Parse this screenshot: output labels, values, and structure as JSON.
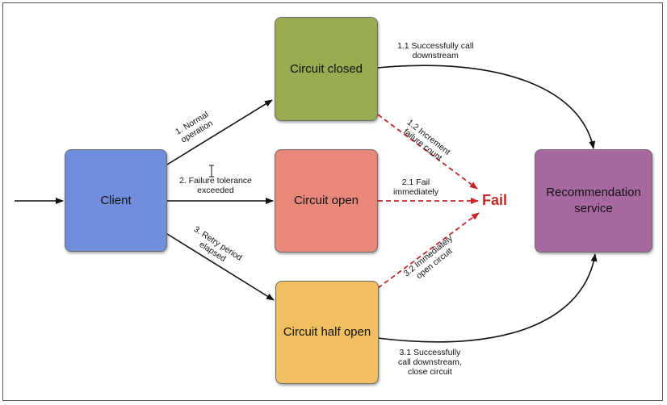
{
  "nodes": {
    "client": "Client",
    "circuit_closed": "Circuit closed",
    "circuit_open": "Circuit open",
    "circuit_half_open": "Circuit half open",
    "recommendation_line1": "Recommendation",
    "recommendation_line2": "service",
    "fail": "Fail"
  },
  "edges": {
    "e1_line1": "1. Normal",
    "e1_line2": "operation",
    "e2_line1": "2. Failure tolerance",
    "e2_line2": "exceeded",
    "e3_line1": "3. Retry period",
    "e3_line2": "elapsed",
    "e11_line1": "1.1 Successfully call",
    "e11_line2": "downstream",
    "e12_line1": "1.2 Increment",
    "e12_line2": "failure count",
    "e21_line1": "2.1 Fail",
    "e21_line2": "immediately",
    "e32_line1": "3.2 Immediately",
    "e32_line2": "open circuit",
    "e31_line1": "3.1 Successfully",
    "e31_line2": "call downstream,",
    "e31_line3": "close circuit"
  },
  "colors": {
    "client": "#6f8fdc",
    "circuit_closed": "#98ab50",
    "circuit_open": "#e8887a",
    "circuit_half_open": "#efbf62",
    "recommendation": "#a7689f",
    "fail": "#c62828",
    "arrow": "#111111"
  }
}
